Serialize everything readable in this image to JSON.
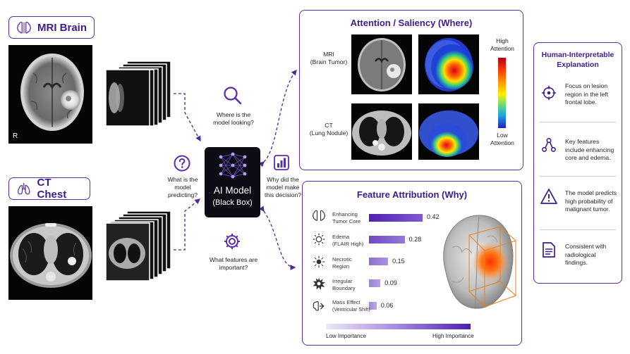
{
  "left": {
    "mri_title": "MRI Brain",
    "ct_title": "CT Chest",
    "mri_marker": "R"
  },
  "center": {
    "model_label": "AI Model",
    "model_sub": "(Black Box)",
    "q_looking": "Where is the model looking?",
    "q_predicting": "What is the model predicting?",
    "q_why": "Why did the model make this decision?",
    "q_features": "What features are important?"
  },
  "attention": {
    "title": "Attention / Saliency (Where)",
    "mri_label": "MRI",
    "mri_sub": "(Brain Tumor)",
    "ct_label": "CT",
    "ct_sub": "(Lung Nodule)",
    "legend_high": "High Attention",
    "legend_low": "Low Attention"
  },
  "features": {
    "title": "Feature Attribution (Why)",
    "items": [
      {
        "name": "Enhancing",
        "sub": "Tumor Core",
        "value": 0.42,
        "icon": "brain-icon"
      },
      {
        "name": "Edema",
        "sub": "(FLAIR High)",
        "value": 0.28,
        "icon": "sun-icon"
      },
      {
        "name": "Necrotic",
        "sub": "Region",
        "value": 0.15,
        "icon": "sun-outline-icon"
      },
      {
        "name": "Irregular",
        "sub": "Boundary",
        "value": 0.09,
        "icon": "splat-icon"
      },
      {
        "name": "Mass Effect",
        "sub": "(Ventricular Shift)",
        "value": 0.06,
        "icon": "brain-shift-icon"
      }
    ],
    "scale_low": "Low Importance",
    "scale_high": "High Importance"
  },
  "explanation": {
    "title": "Human-Interpretable Explanation",
    "items": [
      {
        "text": "Focus on lesion region in the left frontal lobe.",
        "icon": "target-icon"
      },
      {
        "text": "Key features include enhancing core and edema.",
        "icon": "network-icon"
      },
      {
        "text": "The model predicts high probability of malignant tumor.",
        "icon": "warning-icon"
      },
      {
        "text": "Consistent with radiological findings.",
        "icon": "document-icon"
      }
    ]
  },
  "colors": {
    "accent": "#5b2fa8",
    "dark": "#3d1d8a"
  }
}
